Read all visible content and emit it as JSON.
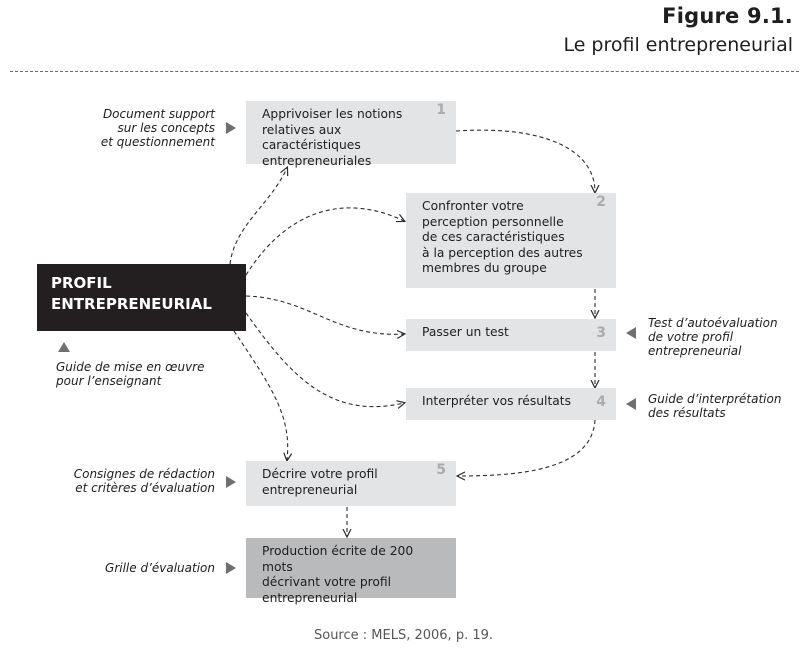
{
  "figure": {
    "number": "Figure 9.1.",
    "title": "Le profil entrepreneurial",
    "source": "Source : MELS, 2006, p. 19."
  },
  "center": {
    "label_line1": "PROFIL",
    "label_line2": "ENTREPRENEURIAL"
  },
  "steps": [
    {
      "number": "1",
      "lines": [
        "Apprivoiser les notions",
        "relatives aux caractéristiques",
        "entrepreneuriales"
      ]
    },
    {
      "number": "2",
      "lines": [
        "Confronter votre",
        "perception personnelle",
        "de ces caractéristiques",
        "à la perception des autres",
        "membres du groupe"
      ]
    },
    {
      "number": "3",
      "lines": [
        "Passer un test"
      ]
    },
    {
      "number": "4",
      "lines": [
        "Interpréter vos résultats"
      ]
    },
    {
      "number": "5",
      "lines": [
        "Décrire votre profil",
        "entrepreneurial"
      ]
    }
  ],
  "final_step": {
    "lines": [
      "Production écrite de 200 mots",
      "décrivant votre profil",
      "entrepreneurial"
    ]
  },
  "resources": {
    "doc_support": [
      "Document support",
      "sur les concepts",
      "et questionnement"
    ],
    "guide_mise": [
      "Guide de mise en œuvre",
      "pour l’enseignant"
    ],
    "test_auto": [
      "Test d’autoévaluation",
      "de votre profil",
      "entrepreneurial"
    ],
    "guide_interp": [
      "Guide d’interprétation",
      "des résultats"
    ],
    "consignes": [
      "Consignes de rédaction",
      "et critères d’évaluation"
    ],
    "grille": [
      "Grille d’évaluation"
    ]
  }
}
